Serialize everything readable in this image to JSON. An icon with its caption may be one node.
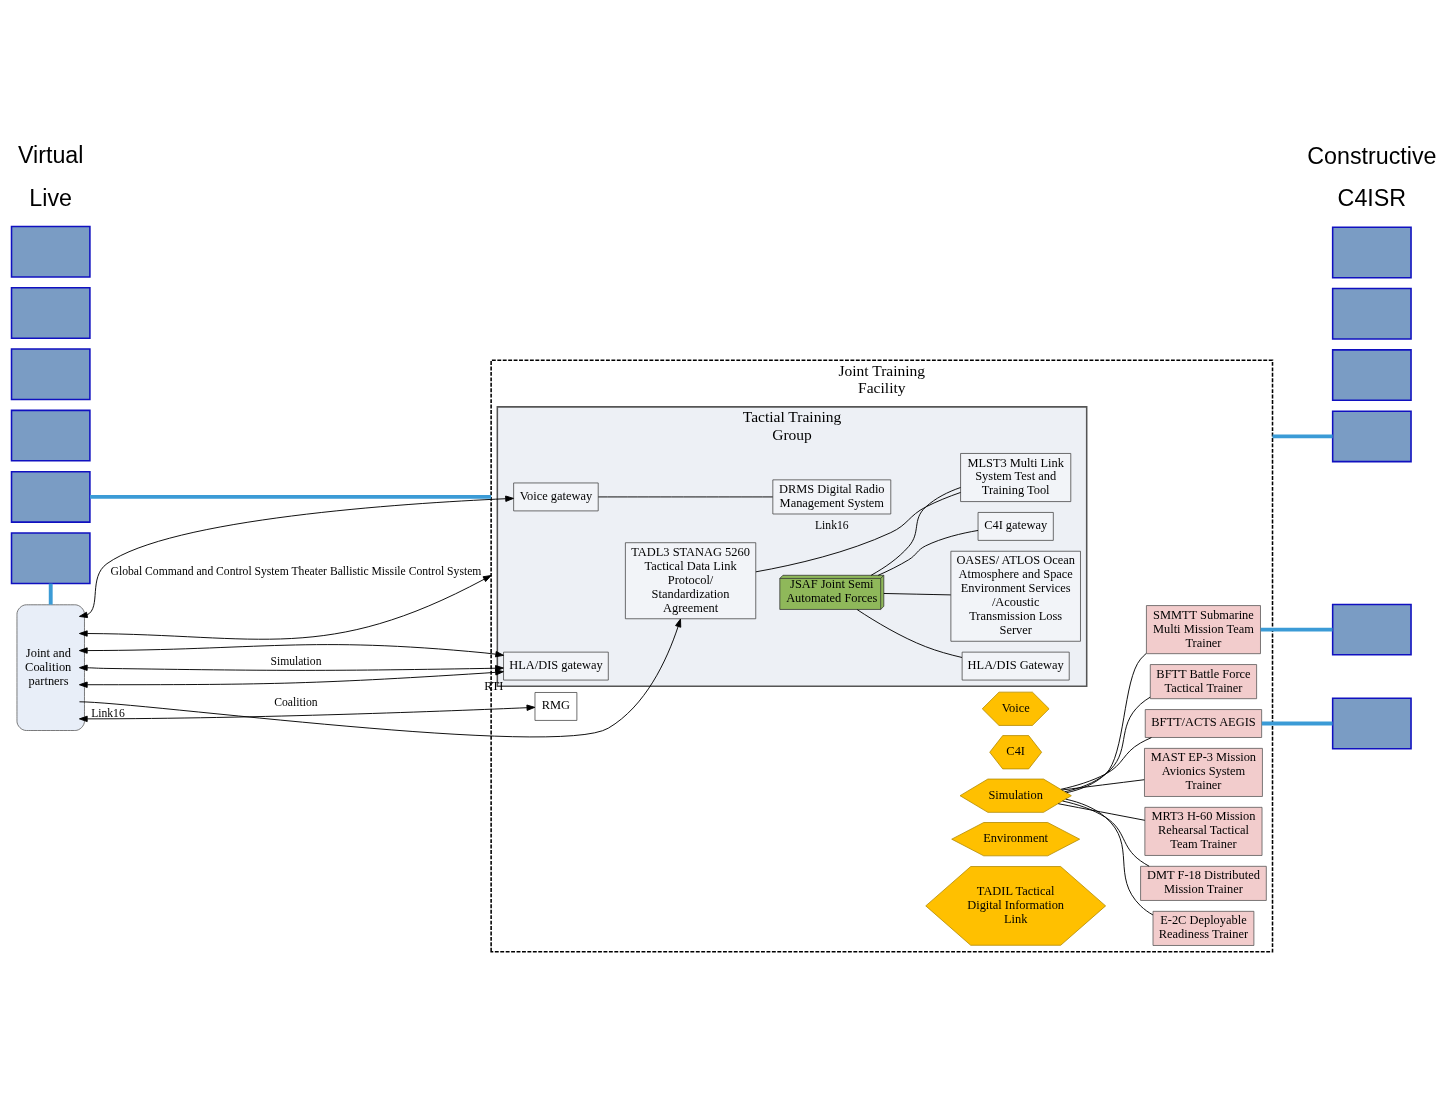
{
  "diagram": {
    "nodes": [
      {
        "text": [
          "Joint Training Facility"
        ]
      },
      {
        "text": [
          "Tactial Training Group"
        ],
        "in": 0
      },
      {
        "text": [
          "Voice gateway"
        ],
        "in": 1
      },
      {
        "text": [
          "DRMS Digital Radio Management System"
        ],
        "in": 1
      },
      {
        "text": [
          "C4I gateway"
        ],
        "in": 1
      },
      {
        "text": [
          "HLA/DIS Gateway"
        ],
        "in": 1
      },
      {
        "text": [
          "HLA/DIS gateway"
        ],
        "in": 1,
        "beside": [
          "RTI"
        ]
      },
      {
        "text": [
          "JSAF Joint Semi Automated Forces"
        ],
        "in": 1
      },
      {
        "text": [
          "OASES/ ATLOS Ocean Atmosphere and Space Environment Services /Acoustic Transmission Loss Server"
        ],
        "in": 1
      },
      {
        "text": [
          "TADL3 STANAG 5260 Tactical Data Link Protocol/ Standardization Agreement"
        ],
        "in": 1
      },
      {
        "text": [
          "MLST3 Multi Link System Test and Training Tool"
        ],
        "in": 1
      },
      {
        "text": [
          "Voice"
        ],
        "in": 0
      },
      {
        "text": [
          "C4I"
        ],
        "in": 0
      },
      {
        "text": [
          "Simulation"
        ],
        "in": 0
      },
      {
        "text": [
          "Environment"
        ],
        "in": 0
      },
      {
        "text": [
          "TADIL Tactical Digital Information Link"
        ],
        "in": 0
      },
      {
        "text": [
          "BFTT Battle Force Tactical Trainer"
        ],
        "in": 0
      },
      {
        "text": [
          "BFTT/ACTS AEGIS"
        ],
        "in": 0
      },
      {
        "text": [
          "E-2C Deployable Readiness Trainer"
        ],
        "in": 0
      },
      {
        "text": [
          "DMT F-18 Distributed Mission Trainer"
        ],
        "in": 0
      },
      {
        "text": [
          "MRT3 H-60 Mission Rehearsal Tactical Team Trainer"
        ],
        "in": 0
      },
      {
        "text": [
          "MAST EP-3 Mission Avionics System Trainer"
        ],
        "in": 0
      },
      {
        "text": [
          "SMMTT Submarine Multi Mission Team Trainer"
        ],
        "in": 0
      },
      {
        "text": [
          "RMG"
        ],
        "in": 0
      },
      {
        "text": [
          "Joint and Coalition partners"
        ]
      },
      {
        "text": [],
        "shape": "box"
      },
      {
        "text": [],
        "shape": "box"
      },
      {
        "text": [],
        "shape": "box"
      },
      {
        "text": [],
        "shape": "box"
      },
      {
        "text": [],
        "shape": "box"
      },
      {
        "text": [],
        "shape": "box"
      },
      {
        "text": [],
        "shape": "box"
      },
      {
        "text": [],
        "shape": "box"
      },
      {
        "text": [],
        "shape": "box"
      },
      {
        "text": [],
        "shape": "box"
      },
      {
        "text": [],
        "shape": "box"
      },
      {
        "text": [],
        "shape": "box"
      }
    ],
    "edges": [
      {
        "from": 24,
        "to": 2,
        "arrow": "both"
      },
      {
        "from": 2,
        "to": 3,
        "arrow": "none"
      },
      {
        "from": 24,
        "to": 0,
        "arrow": "both",
        "label": "Global Command and Control System Theater Ballistic Missile Control System"
      },
      {
        "from": 24,
        "to": 6,
        "arrow": "both"
      },
      {
        "from": 24,
        "to": 6,
        "arrow": "both",
        "label": "Simulation"
      },
      {
        "from": 24,
        "to": 6,
        "arrow": "both"
      },
      {
        "from": 7,
        "to": 4,
        "arrow": "none"
      },
      {
        "from": 7,
        "to": 5,
        "arrow": "none"
      },
      {
        "from": 7,
        "to": 8,
        "arrow": "none"
      },
      {
        "from": 7,
        "to": 10,
        "arrow": "none"
      },
      {
        "from": 9,
        "to": 10,
        "arrow": "none",
        "label": "Link16"
      },
      {
        "from": 24,
        "to": 9,
        "arrow": "to",
        "label": "Link16"
      },
      {
        "from": 24,
        "to": 23,
        "arrow": "both",
        "label": "Coalition"
      },
      {
        "from": 13,
        "to": 16,
        "arrow": "none"
      },
      {
        "from": 13,
        "to": 17,
        "arrow": "none"
      },
      {
        "from": 13,
        "to": 18,
        "arrow": "none"
      },
      {
        "from": 13,
        "to": 19,
        "arrow": "none"
      },
      {
        "from": 13,
        "to": 20,
        "arrow": "none"
      },
      {
        "from": 13,
        "to": 21,
        "arrow": "none"
      },
      {
        "from": 13,
        "to": 22,
        "arrow": "none"
      },
      {
        "from": 27,
        "to": 0,
        "arrow": "none",
        "style": "thick",
        "color": "#3b9bd6"
      },
      {
        "from": 28,
        "to": 0,
        "arrow": "none",
        "style": "thick",
        "color": "#3b9bd6"
      },
      {
        "from": 31,
        "to": 17,
        "arrow": "none",
        "style": "thick",
        "color": "#3b9bd6"
      },
      {
        "from": 33,
        "to": 24,
        "arrow": "none",
        "style": "thick",
        "color": "#3b9bd6"
      },
      {
        "from": 35,
        "to": 22,
        "arrow": "none",
        "style": "thick",
        "color": "#3b9bd6"
      }
    ],
    "labels": [
      "Live",
      "C4ISR",
      "Virtual",
      "Constructive"
    ]
  }
}
